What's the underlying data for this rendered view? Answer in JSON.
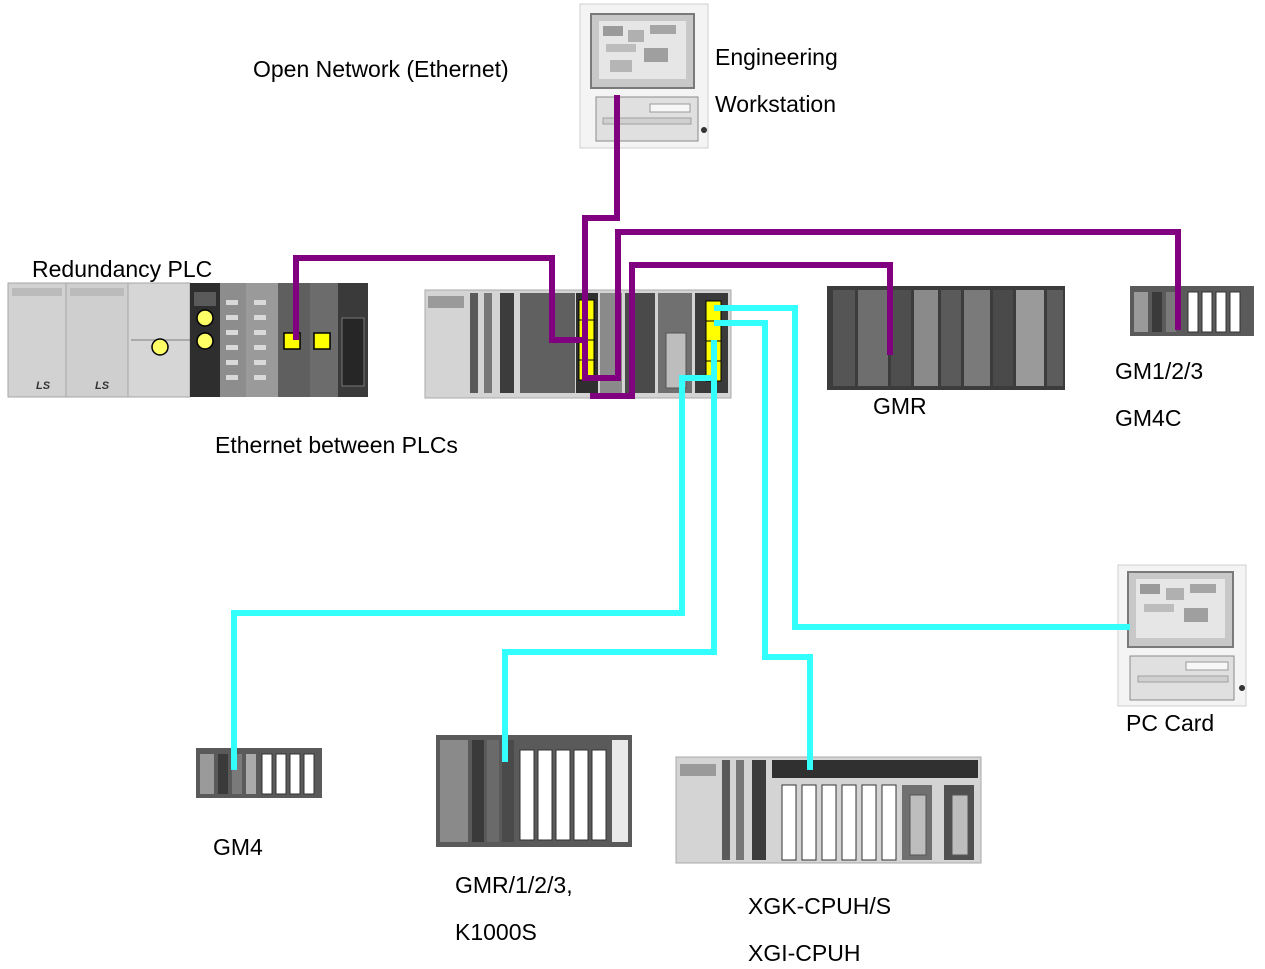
{
  "labels": {
    "open_network": "Open Network (Ethernet)",
    "engineering": "Engineering",
    "workstation": "Workstation",
    "redundancy_plc": "Redundancy PLC",
    "ethernet_between_plcs": "Ethernet between PLCs",
    "gmr": "GMR",
    "gm123": "GM1/2/3",
    "gm4c": "GM4C",
    "pc_card": "PC Card",
    "gm4": "GM4",
    "gmr123": "GMR/1/2/3,",
    "k1000s": "K1000S",
    "xgk": "XGK-CPUH/S",
    "xgi": "XGI-CPUH",
    "ls_logo_1": "LS",
    "ls_logo_2": "LS"
  },
  "colors": {
    "ethernet_line": "#800080",
    "serial_line": "#33ffff",
    "port_highlight": "#ffff00",
    "module_dark": "#3a3a3a",
    "module_mid": "#8c8c8c",
    "module_light": "#d9d9d9"
  }
}
